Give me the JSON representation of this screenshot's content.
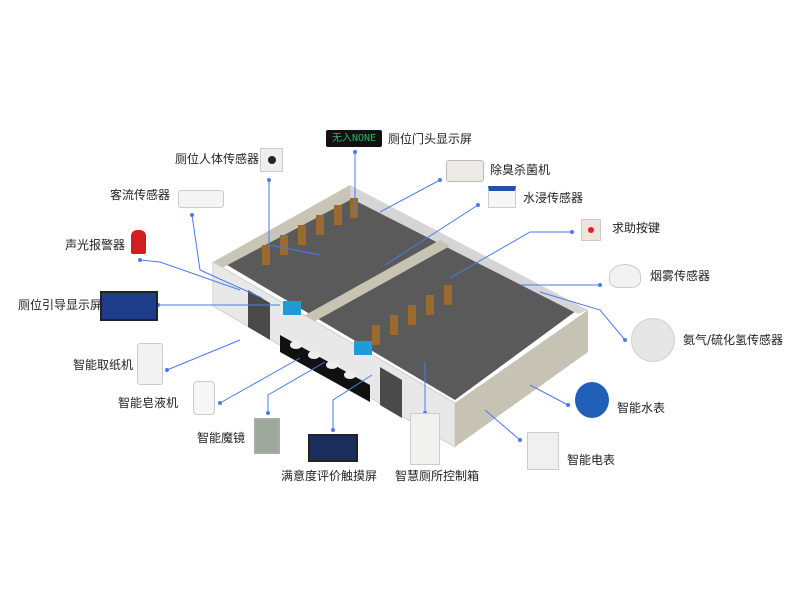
{
  "door_display_text": "无入NONE",
  "labels": {
    "door_display": "厕位门头显示屏",
    "occupancy_sensor": "厕位人体传感器",
    "deodorizer": "除臭杀菌机",
    "people_counter": "客流传感器",
    "water_leak_sensor": "水浸传感器",
    "help_button": "求助按键",
    "alarm": "声光报警器",
    "smoke_sensor": "烟雾传感器",
    "guide_screen": "厕位引导显示屏",
    "gas_sensor": "氨气/硫化氢传感器",
    "paper_dispenser": "智能取纸机",
    "soap_dispenser": "智能皂液机",
    "water_meter": "智能水表",
    "smart_mirror": "智能魔镜",
    "electric_meter": "智能电表",
    "satisfaction_screen": "满意度评价触摸屏",
    "control_box": "智慧厕所控制箱"
  },
  "colors": {
    "connector": "#4a7bf0",
    "wall": "#e6e6e6",
    "floor": "#555555",
    "door": "#9a6a2f"
  }
}
